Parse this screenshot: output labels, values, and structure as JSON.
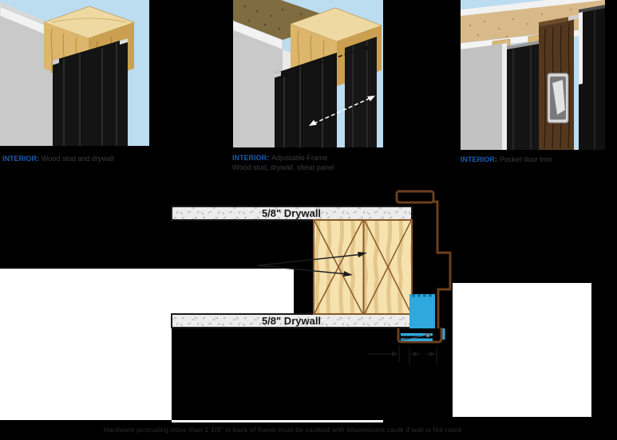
{
  "panels": [
    {
      "tag": "INTERIOR:",
      "title": "Wood stud and drywall"
    },
    {
      "tag": "INTERIOR:",
      "title": "Adjustable Frame",
      "subtitle": "Wood stud, drywall, shear panel"
    },
    {
      "tag": "INTERIOR:",
      "title": "Pocket door trim"
    }
  ],
  "diagram": {
    "top_drywall_label": "5/8\" Drywall",
    "bottom_drywall_label": "5/8\" Drywall"
  },
  "footnote": "Hardware protruding more than 1 1/4\" in back of frame must be caulked with intumescent caulk if wall is fire rated",
  "colors": {
    "caption_accent": "#1a5dab",
    "panel_sky": "#bcdcef",
    "frame_profile_brown": "#6b3f1c",
    "intumescent_blue": "#2fa8dd",
    "stud_wood": "#f5e2ae",
    "drywall_gray": "#ececec"
  }
}
